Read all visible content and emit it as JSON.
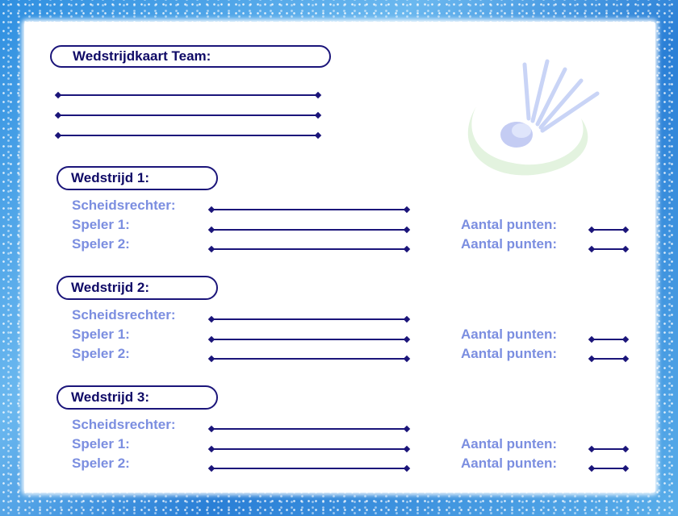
{
  "card": {
    "title": "Wedstrijdkaart Team:",
    "blank_lines_count": 3
  },
  "matches": [
    {
      "title": "Wedstrijd 1:",
      "referee_label": "Scheidsrechter:",
      "player1_label": "Speler 1:",
      "player2_label": "Speler 2:",
      "points_label_1": "Aantal punten:",
      "points_label_2": "Aantal punten:"
    },
    {
      "title": "Wedstrijd 2:",
      "referee_label": "Scheidsrechter:",
      "player1_label": "Speler 1:",
      "player2_label": "Speler 2:",
      "points_label_1": "Aantal punten:",
      "points_label_2": "Aantal punten:"
    },
    {
      "title": "Wedstrijd 3:",
      "referee_label": "Scheidsrechter:",
      "player1_label": "Speler 1:",
      "player2_label": "Speler 2:",
      "points_label_1": "Aantal punten:",
      "points_label_2": "Aantal punten:"
    }
  ],
  "colors": {
    "frame": "#3a96e2",
    "dark_text": "#0f0a66",
    "light_text": "#7b8ee0",
    "line": "#1b157a"
  },
  "decoration": {
    "logo": "badminton-shuttlecock-logo"
  }
}
